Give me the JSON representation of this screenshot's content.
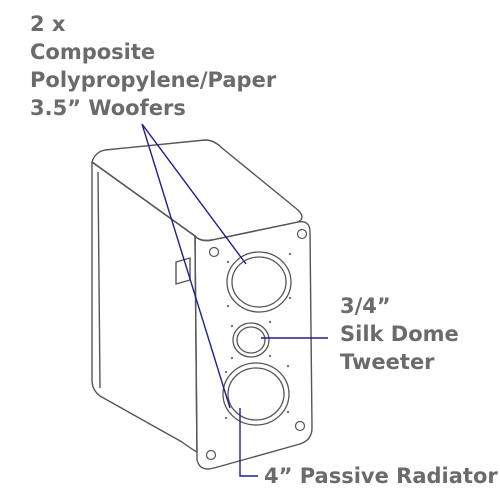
{
  "labels": {
    "woofers": {
      "line1": "2 x",
      "line2": "Composite",
      "line3": "Polypropylene/Paper",
      "line4": "3.5” Woofers"
    },
    "tweeter": {
      "line1": "3/4”",
      "line2": "Silk Dome",
      "line3": "Tweeter"
    },
    "radiator": {
      "line1": "4” Passive Radiator"
    }
  },
  "colors": {
    "text": "#6b6b6b",
    "leader_line": "#1f1f8f",
    "outline": "#555555"
  }
}
